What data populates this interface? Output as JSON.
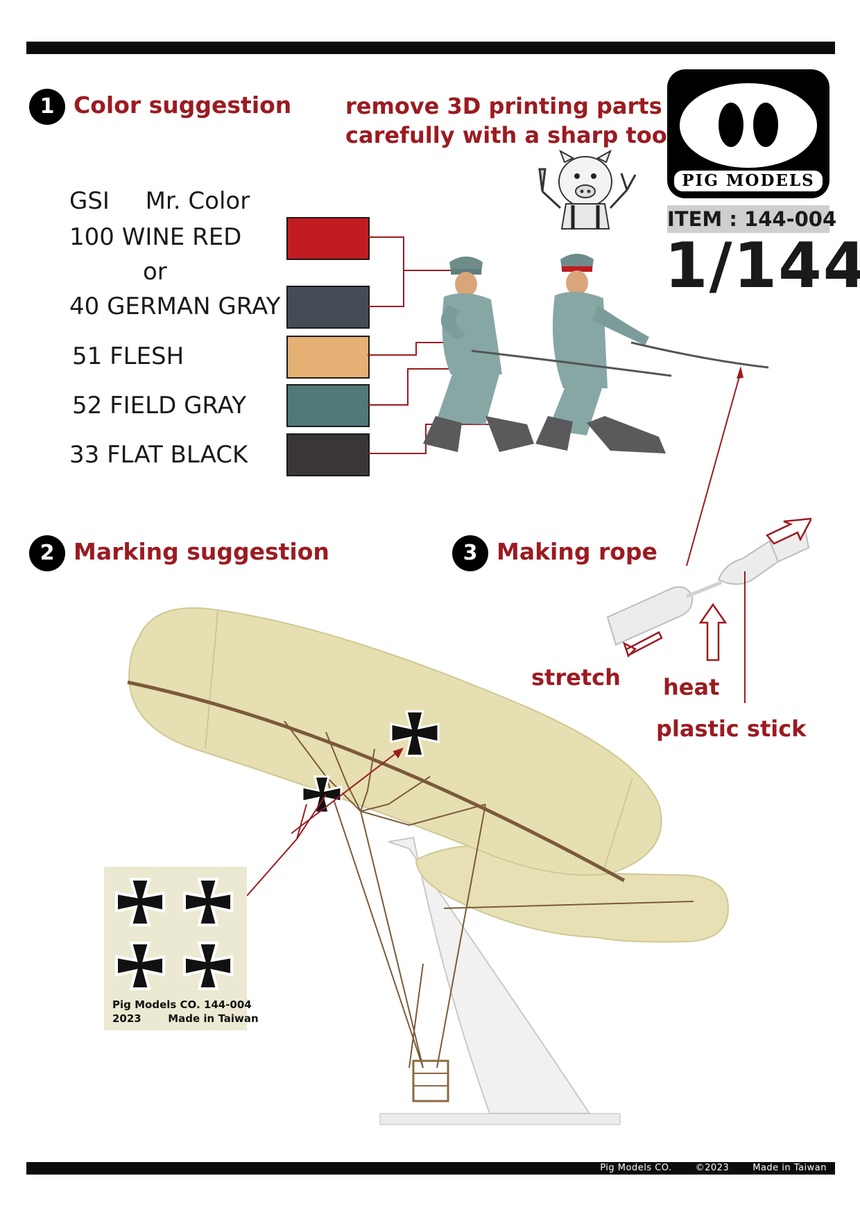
{
  "header": {
    "section1_number": "1",
    "section1_title": "Color suggestion",
    "instruction_line1": "remove 3D printing parts",
    "instruction_line2": "carefully with a sharp tool",
    "logo_text": "PIG MODELS",
    "item_label": "ITEM : 144-004",
    "scale": "1/144"
  },
  "palette": {
    "header_gsi": "GSI",
    "header_mrcolor": "Mr. Color",
    "colors": [
      {
        "label": "100 WINE RED",
        "hex": "#c21b22"
      },
      {
        "label": "40 GERMAN GRAY",
        "hex": "#444d55"
      },
      {
        "label": "51 FLESH",
        "hex": "#e4b073"
      },
      {
        "label": "52 FIELD GRAY",
        "hex": "#4f7a78"
      },
      {
        "label": "33 FLAT BLACK",
        "hex": "#3a3536"
      }
    ],
    "or_text": "or"
  },
  "section2": {
    "number": "2",
    "title": "Marking suggestion"
  },
  "section3": {
    "number": "3",
    "title": "Making rope",
    "stretch": "stretch",
    "heat": "heat",
    "plastic_stick": "plastic stick"
  },
  "decal": {
    "line1": "Pig Models CO.  144-004",
    "line2_year": "2023",
    "line2_made": "Made in Taiwan"
  },
  "footer": {
    "company": "Pig Models CO.",
    "copyright": "©2023",
    "made": "Made in Taiwan"
  },
  "accent_color": "#9b1b21"
}
